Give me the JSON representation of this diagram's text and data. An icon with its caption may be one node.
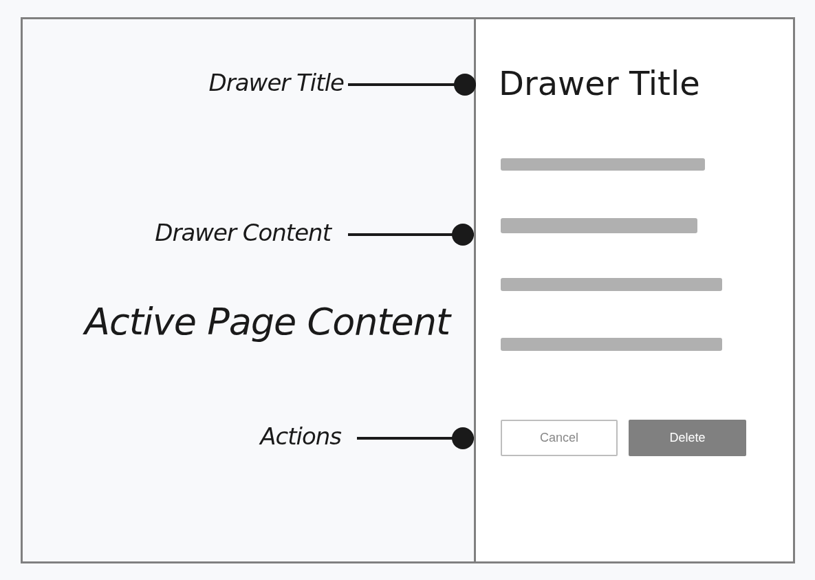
{
  "diagram": {
    "nodes": [
      {
        "text": [
          "Active Page Content"
        ]
      },
      {
        "text": [],
        "shape": "box"
      },
      {
        "text": [
          "Drawer Title"
        ],
        "in": 0
      },
      {
        "text": [
          "Drawer Title"
        ],
        "in": 1
      },
      {
        "text": [
          "Drawer Content"
        ],
        "in": 0
      },
      {
        "text": [],
        "shape": "bar",
        "in": 1
      },
      {
        "text": [],
        "shape": "bar",
        "in": 1
      },
      {
        "text": [],
        "shape": "bar",
        "in": 1
      },
      {
        "text": [],
        "shape": "bar",
        "in": 1
      },
      {
        "text": [
          "Actions"
        ],
        "in": 0
      },
      {
        "text": [
          "Cancel"
        ],
        "in": 1
      },
      {
        "text": [
          "Delete"
        ],
        "in": 1
      }
    ],
    "edges": [
      {
        "from": 2,
        "to": 3,
        "arrow": "other"
      },
      {
        "from": 4,
        "to": 1,
        "arrow": "other"
      },
      {
        "from": 9,
        "to": 1,
        "arrow": "other"
      }
    ]
  }
}
